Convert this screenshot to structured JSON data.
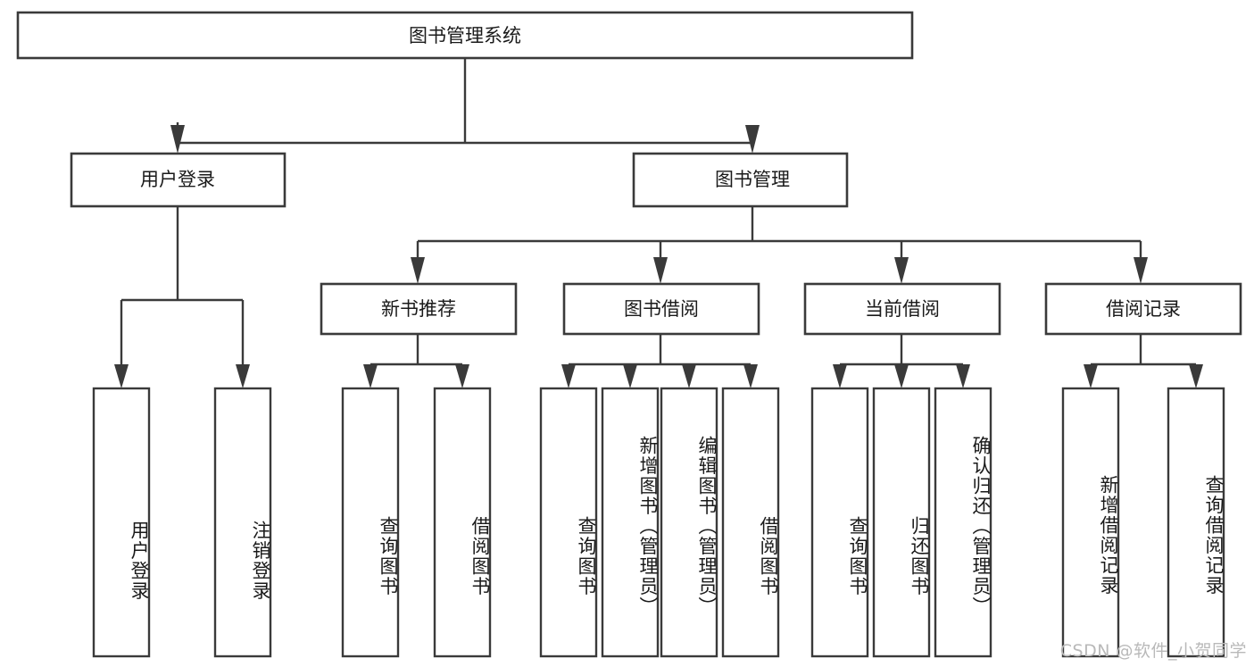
{
  "diagram": {
    "title": "图书管理系统",
    "type": "hierarchy-tree",
    "root": {
      "id": "root",
      "label": "图书管理系统"
    },
    "level1": [
      {
        "id": "user-login",
        "label": "用户登录"
      },
      {
        "id": "book-manage",
        "label": "图书管理"
      }
    ],
    "level2": [
      {
        "id": "new-book-rec",
        "label": "新书推荐",
        "parent": "book-manage"
      },
      {
        "id": "book-borrow",
        "label": "图书借阅",
        "parent": "book-manage"
      },
      {
        "id": "current-borrow",
        "label": "当前借阅",
        "parent": "book-manage"
      },
      {
        "id": "borrow-record",
        "label": "借阅记录",
        "parent": "book-manage"
      }
    ],
    "leaves": [
      {
        "id": "leaf-user-login",
        "label": "用户登录",
        "parent": "user-login"
      },
      {
        "id": "leaf-user-logout",
        "label": "注销登录",
        "parent": "user-login"
      },
      {
        "id": "leaf-query-book-1",
        "label": "查询图书",
        "parent": "new-book-rec"
      },
      {
        "id": "leaf-borrow-book-1",
        "label": "借阅图书",
        "parent": "new-book-rec"
      },
      {
        "id": "leaf-query-book-2",
        "label": "查询图书",
        "parent": "book-borrow"
      },
      {
        "id": "leaf-add-book",
        "label": "新增图书（管理员）",
        "parent": "book-borrow"
      },
      {
        "id": "leaf-edit-book",
        "label": "编辑图书（管理员）",
        "parent": "book-borrow"
      },
      {
        "id": "leaf-borrow-book-2",
        "label": "借阅图书",
        "parent": "book-borrow"
      },
      {
        "id": "leaf-query-book-3",
        "label": "查询图书",
        "parent": "current-borrow"
      },
      {
        "id": "leaf-return-book",
        "label": "归还图书",
        "parent": "current-borrow"
      },
      {
        "id": "leaf-confirm-return",
        "label": "确认归还（管理员）",
        "parent": "current-borrow"
      },
      {
        "id": "leaf-add-record",
        "label": "新增借阅记录",
        "parent": "borrow-record"
      },
      {
        "id": "leaf-query-record",
        "label": "查询借阅记录",
        "parent": "borrow-record"
      }
    ]
  },
  "watermark": {
    "text": "CSDN @软件_小贺同学"
  },
  "colors": {
    "stroke": "#3a3a3a",
    "fill": "#ffffff",
    "text": "#1a1a1a",
    "watermark": "#b9b9b9"
  }
}
